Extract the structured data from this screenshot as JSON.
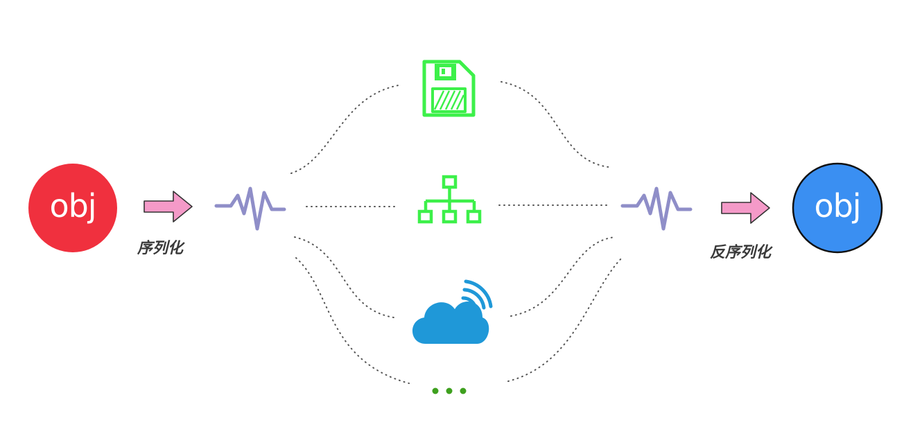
{
  "source_object": {
    "label": "obj",
    "color": "#f0303e"
  },
  "target_object": {
    "label": "obj",
    "color": "#3a8ff2"
  },
  "serialize_label": "序列化",
  "deserialize_label": "反序列化",
  "arrow_color": "#f49ac8",
  "wave_color": "#8f8ec8",
  "channels": [
    {
      "name": "floppy-disk-icon",
      "color": "#3df04a"
    },
    {
      "name": "network-tree-icon",
      "color": "#3df04a"
    },
    {
      "name": "cloud-wireless-icon",
      "color": "#1f98d8"
    },
    {
      "name": "ellipsis-icon",
      "color": "#3ea01e"
    }
  ]
}
